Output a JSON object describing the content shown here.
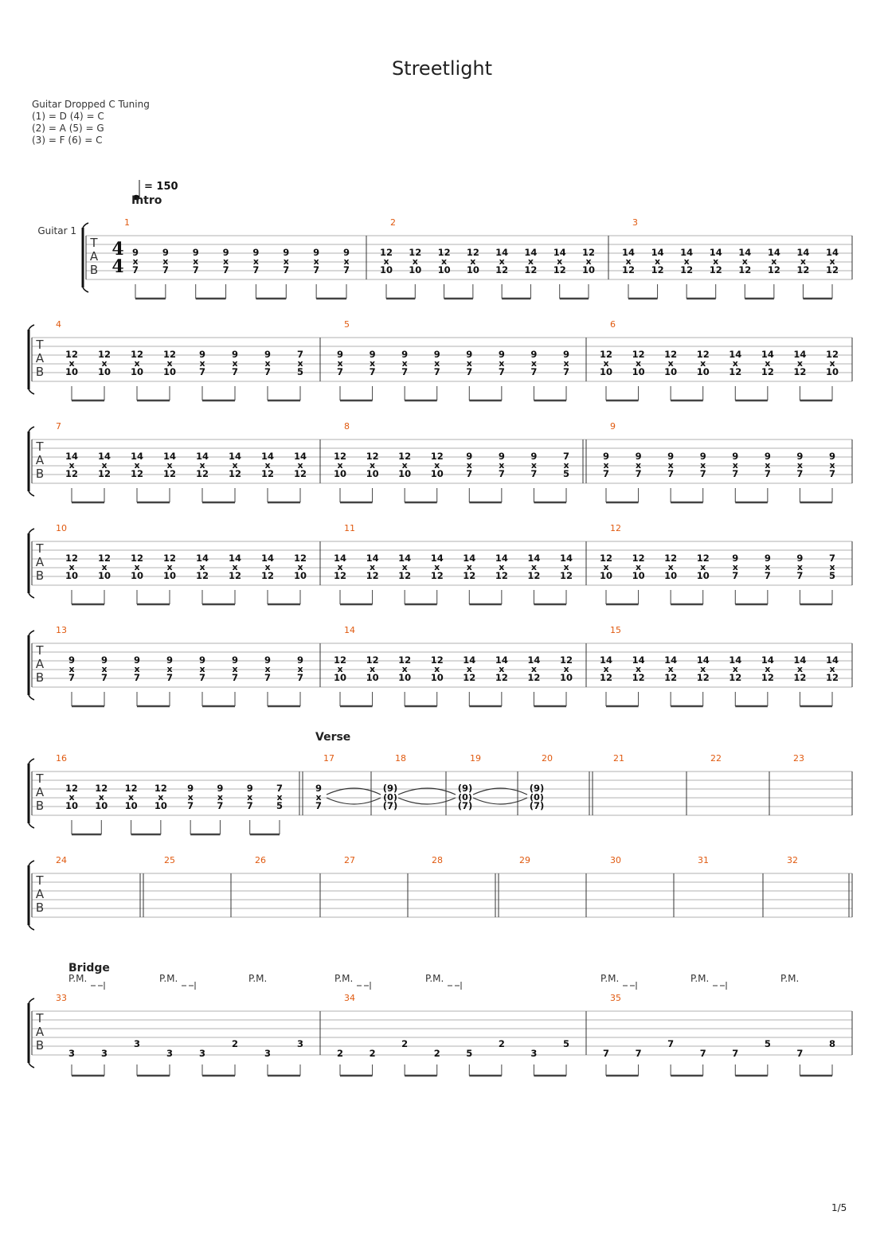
{
  "title": "Streetlight",
  "tuning": {
    "name": "Guitar Dropped C Tuning",
    "lines": [
      "(1) = D (4) = C",
      "(2) = A (5) = G",
      "(3) = F (6) = C"
    ]
  },
  "tempo": "= 150",
  "track_label": "Guitar 1",
  "tab_letters": [
    "T",
    "A",
    "B"
  ],
  "time_signature": [
    "4",
    "4"
  ],
  "mute_symbol": "x",
  "pm_label": "P.M.",
  "page_number": "1/5",
  "measures": [
    {
      "n": "1",
      "notes": [
        [
          "9",
          "x",
          "7"
        ],
        [
          "9",
          "x",
          "7"
        ],
        [
          "9",
          "x",
          "7"
        ],
        [
          "9",
          "x",
          "7"
        ],
        [
          "9",
          "x",
          "7"
        ],
        [
          "9",
          "x",
          "7"
        ],
        [
          "9",
          "x",
          "7"
        ],
        [
          "9",
          "x",
          "7"
        ]
      ]
    },
    {
      "n": "2",
      "notes": [
        [
          "12",
          "x",
          "10"
        ],
        [
          "12",
          "x",
          "10"
        ],
        [
          "12",
          "x",
          "10"
        ],
        [
          "12",
          "x",
          "10"
        ],
        [
          "14",
          "x",
          "12"
        ],
        [
          "14",
          "x",
          "12"
        ],
        [
          "14",
          "x",
          "12"
        ],
        [
          "12",
          "x",
          "10"
        ]
      ]
    },
    {
      "n": "3",
      "notes": [
        [
          "14",
          "x",
          "12"
        ],
        [
          "14",
          "x",
          "12"
        ],
        [
          "14",
          "x",
          "12"
        ],
        [
          "14",
          "x",
          "12"
        ],
        [
          "14",
          "x",
          "12"
        ],
        [
          "14",
          "x",
          "12"
        ],
        [
          "14",
          "x",
          "12"
        ],
        [
          "14",
          "x",
          "12"
        ]
      ]
    },
    {
      "n": "4",
      "notes": [
        [
          "12",
          "x",
          "10"
        ],
        [
          "12",
          "x",
          "10"
        ],
        [
          "12",
          "x",
          "10"
        ],
        [
          "12",
          "x",
          "10"
        ],
        [
          "9",
          "x",
          "7"
        ],
        [
          "9",
          "x",
          "7"
        ],
        [
          "9",
          "x",
          "7"
        ],
        [
          "7",
          "x",
          "5"
        ]
      ]
    },
    {
      "n": "5",
      "notes": [
        [
          "9",
          "x",
          "7"
        ],
        [
          "9",
          "x",
          "7"
        ],
        [
          "9",
          "x",
          "7"
        ],
        [
          "9",
          "x",
          "7"
        ],
        [
          "9",
          "x",
          "7"
        ],
        [
          "9",
          "x",
          "7"
        ],
        [
          "9",
          "x",
          "7"
        ],
        [
          "9",
          "x",
          "7"
        ]
      ]
    },
    {
      "n": "6",
      "notes": [
        [
          "12",
          "x",
          "10"
        ],
        [
          "12",
          "x",
          "10"
        ],
        [
          "12",
          "x",
          "10"
        ],
        [
          "12",
          "x",
          "10"
        ],
        [
          "14",
          "x",
          "12"
        ],
        [
          "14",
          "x",
          "12"
        ],
        [
          "14",
          "x",
          "12"
        ],
        [
          "12",
          "x",
          "10"
        ]
      ]
    },
    {
      "n": "7",
      "notes": [
        [
          "14",
          "x",
          "12"
        ],
        [
          "14",
          "x",
          "12"
        ],
        [
          "14",
          "x",
          "12"
        ],
        [
          "14",
          "x",
          "12"
        ],
        [
          "14",
          "x",
          "12"
        ],
        [
          "14",
          "x",
          "12"
        ],
        [
          "14",
          "x",
          "12"
        ],
        [
          "14",
          "x",
          "12"
        ]
      ]
    },
    {
      "n": "8",
      "notes": [
        [
          "12",
          "x",
          "10"
        ],
        [
          "12",
          "x",
          "10"
        ],
        [
          "12",
          "x",
          "10"
        ],
        [
          "12",
          "x",
          "10"
        ],
        [
          "9",
          "x",
          "7"
        ],
        [
          "9",
          "x",
          "7"
        ],
        [
          "9",
          "x",
          "7"
        ],
        [
          "7",
          "x",
          "5"
        ]
      ]
    },
    {
      "n": "9",
      "notes": [
        [
          "9",
          "x",
          "7"
        ],
        [
          "9",
          "x",
          "7"
        ],
        [
          "9",
          "x",
          "7"
        ],
        [
          "9",
          "x",
          "7"
        ],
        [
          "9",
          "x",
          "7"
        ],
        [
          "9",
          "x",
          "7"
        ],
        [
          "9",
          "x",
          "7"
        ],
        [
          "9",
          "x",
          "7"
        ]
      ]
    },
    {
      "n": "10",
      "notes": [
        [
          "12",
          "x",
          "10"
        ],
        [
          "12",
          "x",
          "10"
        ],
        [
          "12",
          "x",
          "10"
        ],
        [
          "12",
          "x",
          "10"
        ],
        [
          "14",
          "x",
          "12"
        ],
        [
          "14",
          "x",
          "12"
        ],
        [
          "14",
          "x",
          "12"
        ],
        [
          "12",
          "x",
          "10"
        ]
      ]
    },
    {
      "n": "11",
      "notes": [
        [
          "14",
          "x",
          "12"
        ],
        [
          "14",
          "x",
          "12"
        ],
        [
          "14",
          "x",
          "12"
        ],
        [
          "14",
          "x",
          "12"
        ],
        [
          "14",
          "x",
          "12"
        ],
        [
          "14",
          "x",
          "12"
        ],
        [
          "14",
          "x",
          "12"
        ],
        [
          "14",
          "x",
          "12"
        ]
      ]
    },
    {
      "n": "12",
      "notes": [
        [
          "12",
          "x",
          "10"
        ],
        [
          "12",
          "x",
          "10"
        ],
        [
          "12",
          "x",
          "10"
        ],
        [
          "12",
          "x",
          "10"
        ],
        [
          "9",
          "x",
          "7"
        ],
        [
          "9",
          "x",
          "7"
        ],
        [
          "9",
          "x",
          "7"
        ],
        [
          "7",
          "x",
          "5"
        ]
      ]
    },
    {
      "n": "13",
      "notes": [
        [
          "9",
          "x",
          "7"
        ],
        [
          "9",
          "x",
          "7"
        ],
        [
          "9",
          "x",
          "7"
        ],
        [
          "9",
          "x",
          "7"
        ],
        [
          "9",
          "x",
          "7"
        ],
        [
          "9",
          "x",
          "7"
        ],
        [
          "9",
          "x",
          "7"
        ],
        [
          "9",
          "x",
          "7"
        ]
      ]
    },
    {
      "n": "14",
      "notes": [
        [
          "12",
          "x",
          "10"
        ],
        [
          "12",
          "x",
          "10"
        ],
        [
          "12",
          "x",
          "10"
        ],
        [
          "12",
          "x",
          "10"
        ],
        [
          "14",
          "x",
          "12"
        ],
        [
          "14",
          "x",
          "12"
        ],
        [
          "14",
          "x",
          "12"
        ],
        [
          "12",
          "x",
          "10"
        ]
      ]
    },
    {
      "n": "15",
      "notes": [
        [
          "14",
          "x",
          "12"
        ],
        [
          "14",
          "x",
          "12"
        ],
        [
          "14",
          "x",
          "12"
        ],
        [
          "14",
          "x",
          "12"
        ],
        [
          "14",
          "x",
          "12"
        ],
        [
          "14",
          "x",
          "12"
        ],
        [
          "14",
          "x",
          "12"
        ],
        [
          "14",
          "x",
          "12"
        ]
      ]
    },
    {
      "n": "16",
      "notes": [
        [
          "12",
          "x",
          "10"
        ],
        [
          "12",
          "x",
          "10"
        ],
        [
          "12",
          "x",
          "10"
        ],
        [
          "12",
          "x",
          "10"
        ],
        [
          "9",
          "x",
          "7"
        ],
        [
          "9",
          "x",
          "7"
        ],
        [
          "9",
          "x",
          "7"
        ],
        [
          "7",
          "x",
          "5"
        ]
      ]
    },
    {
      "n": "17",
      "section": "Verse",
      "notes": [
        [
          "9",
          "x",
          "7"
        ]
      ]
    },
    {
      "n": "18",
      "notes": [
        [
          "(9)",
          "(0)",
          "(7)"
        ]
      ]
    },
    {
      "n": "19",
      "notes": [
        [
          "(9)",
          "(0)",
          "(7)"
        ]
      ]
    },
    {
      "n": "20",
      "notes": [
        [
          "(9)",
          "(0)",
          "(7)"
        ]
      ]
    },
    {
      "n": "21"
    },
    {
      "n": "22"
    },
    {
      "n": "23"
    },
    {
      "n": "24"
    },
    {
      "n": "25"
    },
    {
      "n": "26"
    },
    {
      "n": "27"
    },
    {
      "n": "28"
    },
    {
      "n": "29"
    },
    {
      "n": "30"
    },
    {
      "n": "31"
    },
    {
      "n": "32"
    },
    {
      "n": "33",
      "section": "Bridge",
      "single": [
        "3",
        "3",
        "3",
        "3",
        "3",
        "2",
        "3",
        "3"
      ]
    },
    {
      "n": "34",
      "single": [
        "2",
        "2",
        "2",
        "2",
        "5",
        "2",
        "3",
        "5"
      ]
    },
    {
      "n": "35",
      "single": [
        "7",
        "7",
        "7",
        "7",
        "7",
        "5",
        "7",
        "8"
      ]
    }
  ]
}
